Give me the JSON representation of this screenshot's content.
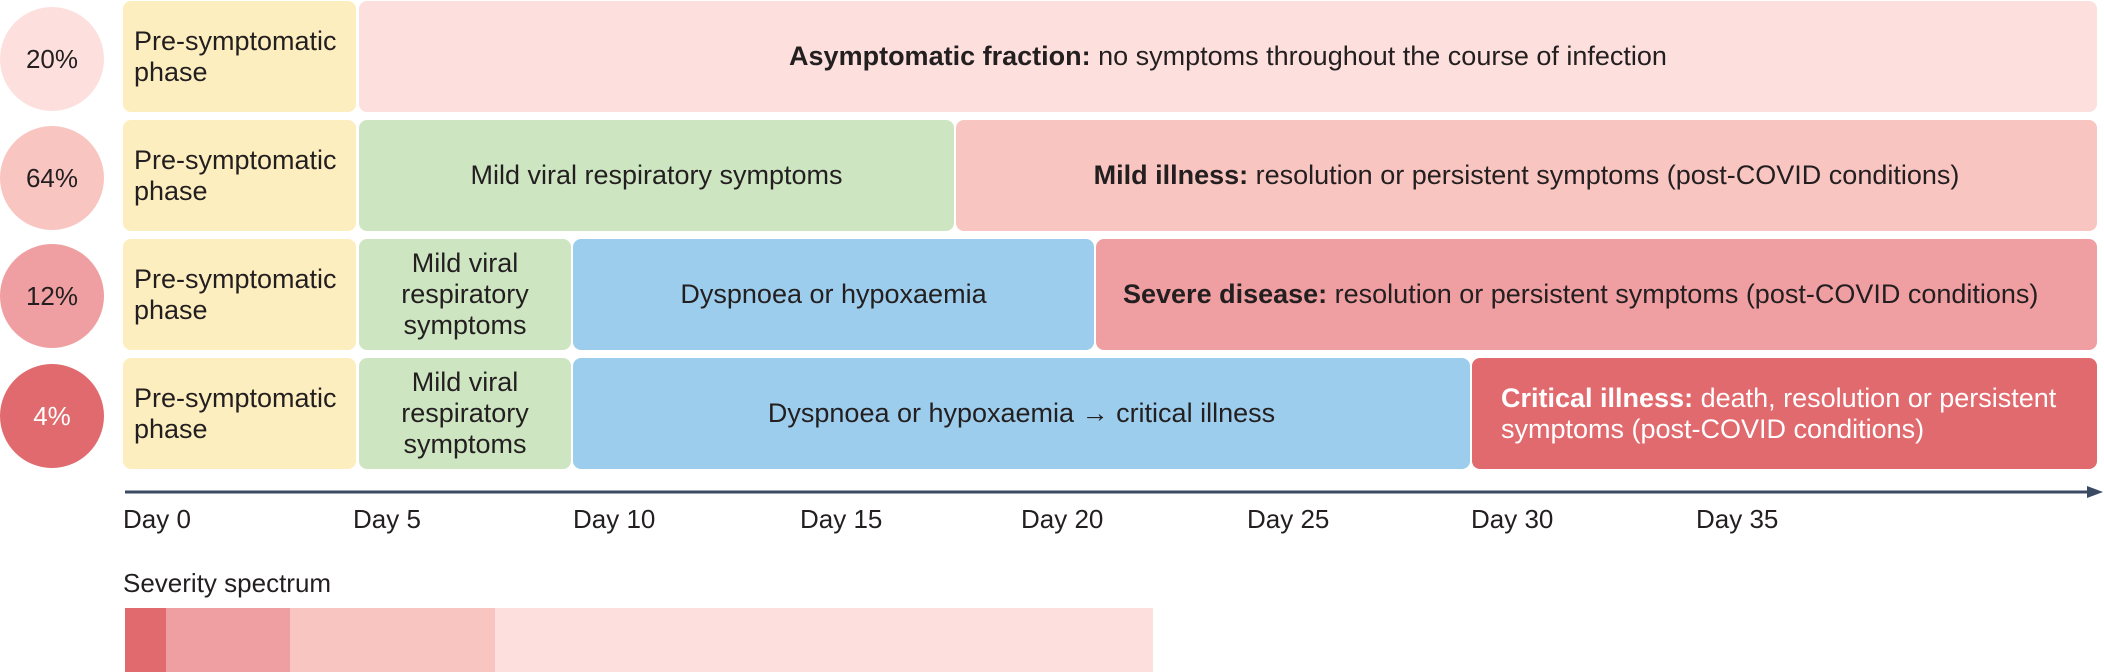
{
  "colors": {
    "presymptomatic": "#fdeebf",
    "mild_symptoms": "#cee5c2",
    "dyspnoea": "#9dcdec",
    "asymptomatic": "#fde0dd",
    "mild_illness": "#f9c5c1",
    "severe": "#ef9ea1",
    "critical": "#e06a6e",
    "axis": "#3b4a63"
  },
  "rows": [
    {
      "percent": "20%",
      "presymptomatic": "Pre-symptomatic phase",
      "outcome_bold": "Asymptomatic fraction:",
      "outcome_text": " no symptoms throughout the course of infection"
    },
    {
      "percent": "64%",
      "presymptomatic": "Pre-symptomatic phase",
      "symptoms": "Mild viral respiratory symptoms",
      "outcome_bold": "Mild illness:",
      "outcome_text": " resolution or persistent symptoms (post-COVID conditions)"
    },
    {
      "percent": "12%",
      "presymptomatic": "Pre-symptomatic phase",
      "symptoms": "Mild viral respiratory symptoms",
      "dyspnoea": "Dyspnoea or hypoxaemia",
      "outcome_bold": "Severe disease:",
      "outcome_text": " resolution or persistent symptoms (post-COVID conditions)"
    },
    {
      "percent": "4%",
      "presymptomatic": "Pre-symptomatic phase",
      "symptoms": "Mild viral respiratory symptoms",
      "dyspnoea": "Dyspnoea or hypoxaemia → critical illness",
      "outcome_bold": "Critical illness:",
      "outcome_text": " death, resolution or persistent symptoms (post-COVID conditions)"
    }
  ],
  "axis_ticks": [
    "Day 0",
    "Day 5",
    "Day 10",
    "Day 15",
    "Day 20",
    "Day 25",
    "Day 30",
    "Day 35"
  ],
  "severity": {
    "label": "Severity spectrum"
  }
}
